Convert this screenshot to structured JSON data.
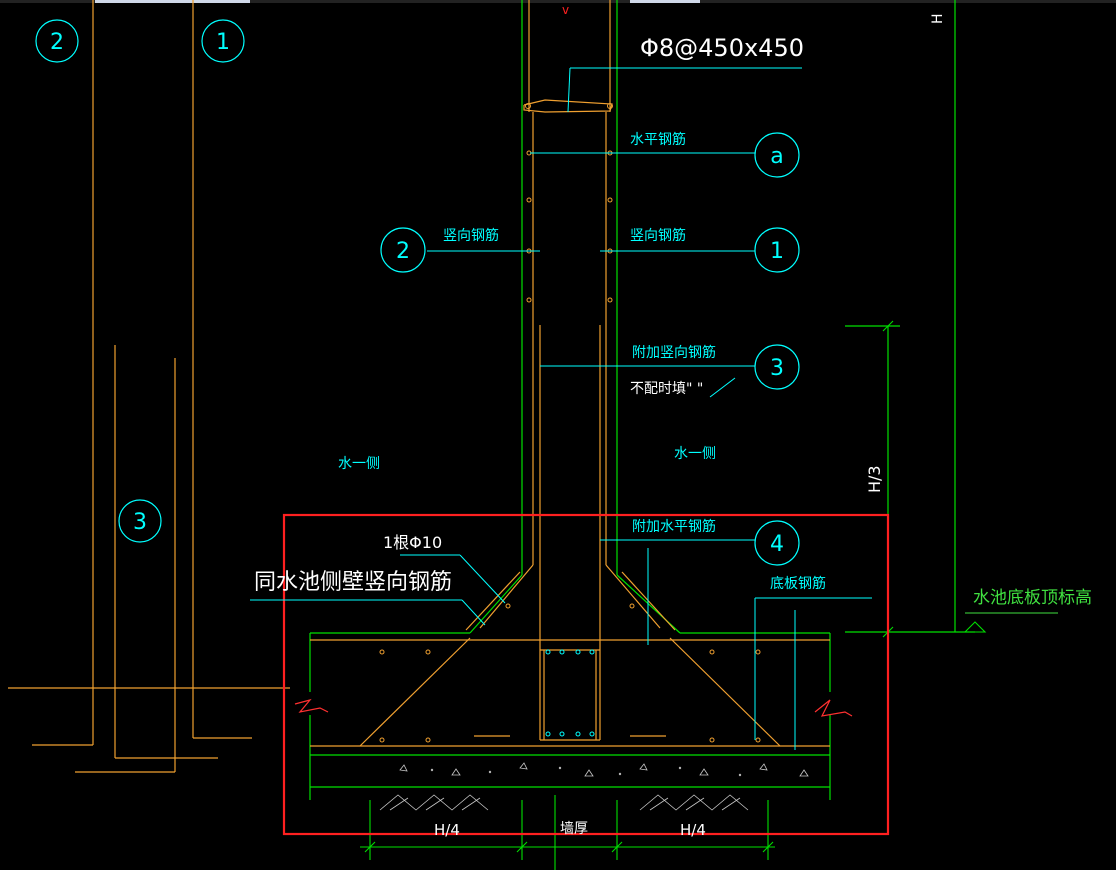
{
  "callouts": {
    "rebar_spec": "Φ8@450x450",
    "horizontal_rebar": "水平钢筋",
    "vertical_rebar_left": "竖向钢筋",
    "vertical_rebar_right": "竖向钢筋",
    "additional_vertical": "附加竖向钢筋",
    "not_required": "不配时填\"  \"",
    "additional_horizontal": "附加水平钢筋",
    "one_bar": "1根Φ10",
    "same_as_wall": "同水池侧壁竖向钢筋",
    "bottom_slab_rebar": "底板钢筋",
    "pool_bottom_elevation": "水池底板顶标高",
    "water_side_left": "水一侧",
    "water_side_right": "水一侧"
  },
  "dimensions": {
    "h_over_3": "H/3",
    "h": "H",
    "h_over_4_left": "H/4",
    "wall_thickness": "墙厚",
    "h_over_4_right": "H/4"
  },
  "markers": {
    "top_left_2": "2",
    "top_left_1": "1",
    "left_3": "3",
    "a": "a",
    "m1": "1",
    "m2": "2",
    "m3": "3",
    "m4": "4"
  },
  "colors": {
    "background": "#000000",
    "cyan": "#00ffff",
    "orange": "#f0a030",
    "green": "#00e000",
    "white": "#ffffff",
    "red": "#ff2020",
    "gray": "#c8c8c8",
    "lime": "#40e040"
  }
}
